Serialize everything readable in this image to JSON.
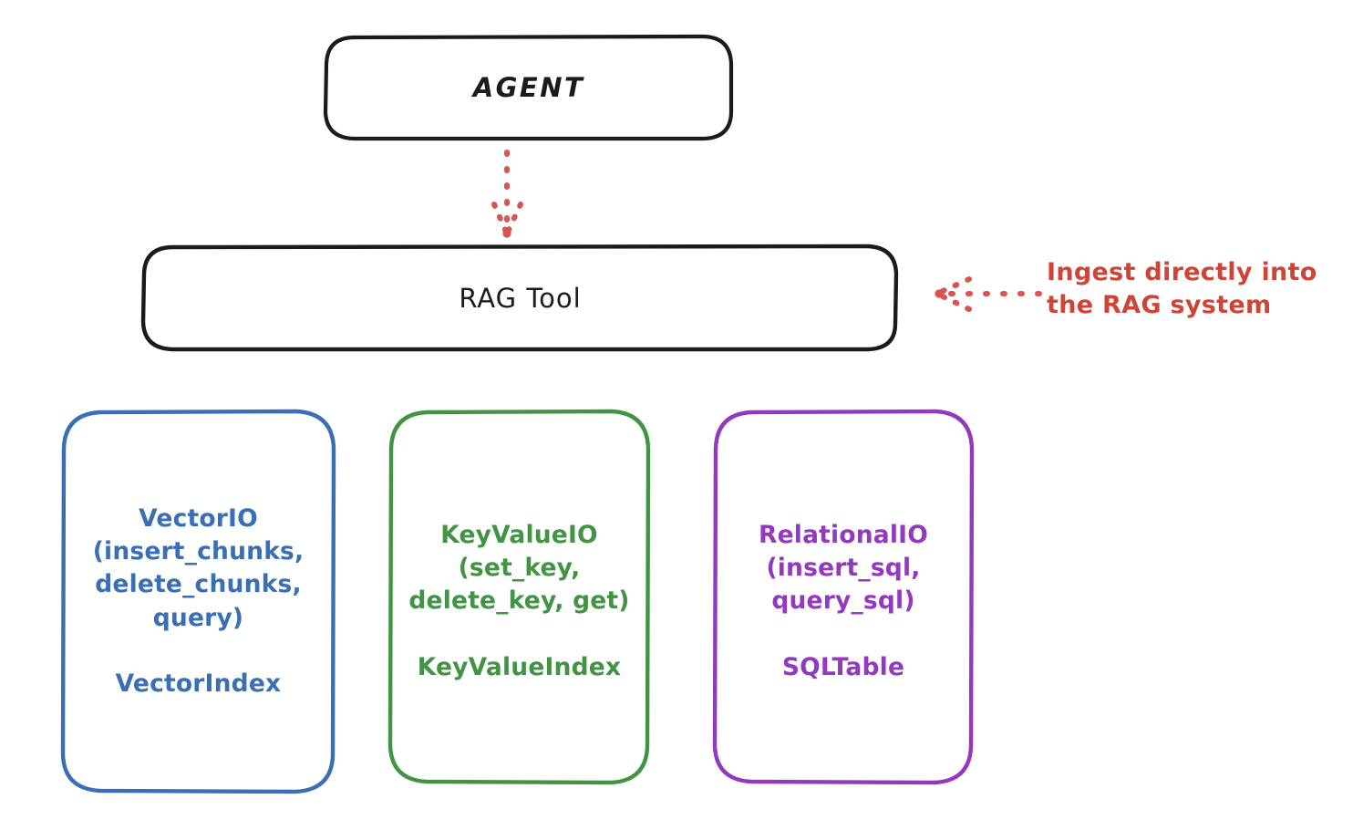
{
  "diagram": {
    "title_node": {
      "label": "AGENT"
    },
    "tool_node": {
      "label": "RAG Tool"
    },
    "stores": [
      {
        "name": "vector-io",
        "label": "VectorIO\n(insert_chunks,\ndelete_chunks,\nquery)\n\nVectorIndex",
        "api": "VectorIO",
        "methods": [
          "insert_chunks",
          "delete_chunks",
          "query"
        ],
        "index": "VectorIndex",
        "color": "#3a6eb5"
      },
      {
        "name": "key-value-io",
        "label": "KeyValueIO\n(set_key,\ndelete_key, get)\n\nKeyValueIndex",
        "api": "KeyValueIO",
        "methods": [
          "set_key",
          "delete_key",
          "get"
        ],
        "index": "KeyValueIndex",
        "color": "#429344"
      },
      {
        "name": "relational-io",
        "label": "RelationalIO\n(insert_sql,\nquery_sql)\n\nSQLTable",
        "api": "RelationalIO",
        "methods": [
          "insert_sql",
          "query_sql"
        ],
        "index": "SQLTable",
        "color": "#9239bd"
      }
    ],
    "annotation": {
      "text": "Ingest directly into\nthe RAG system",
      "color": "#cf4436"
    },
    "connectors": [
      {
        "name": "agent-to-rag-tool",
        "style": "dotted",
        "direction": "down",
        "color": "#d9534f"
      },
      {
        "name": "ingest-into-rag-tool",
        "style": "dotted",
        "direction": "left",
        "color": "#d9534f"
      }
    ],
    "colors": {
      "stroke": "#1b1b1b",
      "background": "#ffffff",
      "blue": "#3a6eb5",
      "green": "#429344",
      "purple": "#9239bd",
      "red": "#d9534f"
    }
  }
}
